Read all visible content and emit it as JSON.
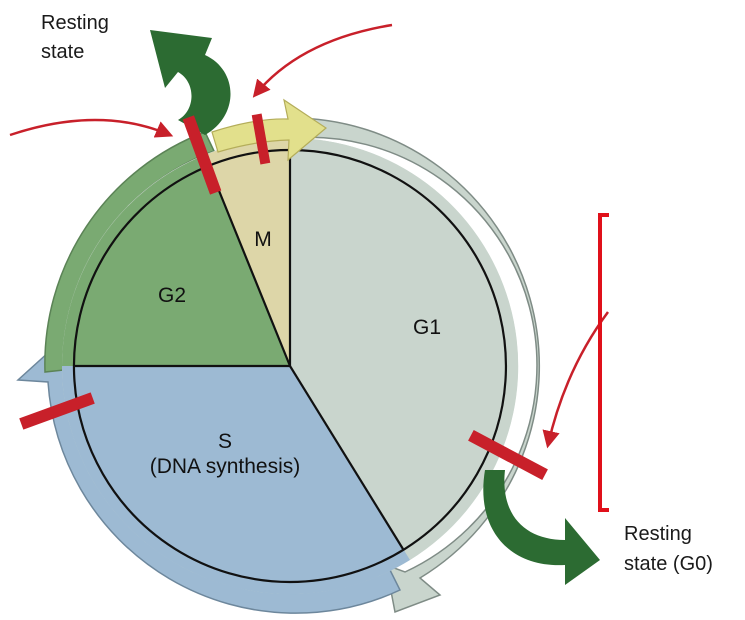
{
  "diagram": {
    "labels": {
      "resting_top_line1": "Resting",
      "resting_top_line2": "state",
      "resting_g0_line1": "Resting",
      "resting_g0_line2": "state (G0)"
    },
    "phases": {
      "m": "M",
      "g1": "G1",
      "g2": "G2",
      "s_line1": "S",
      "s_line2": "(DNA synthesis)"
    },
    "colors": {
      "g1": "#c9d5cd",
      "g2": "#7aaa72",
      "s": "#9dbad3",
      "m": "#ddd6a8",
      "m_arrow": "#e2e08c",
      "resting_arrow": "#2c6b32",
      "checkpoint_bar": "#c8202a",
      "pointer_arrow": "#c8202a",
      "bracket": "#e0101a",
      "outline": "#111111"
    }
  }
}
